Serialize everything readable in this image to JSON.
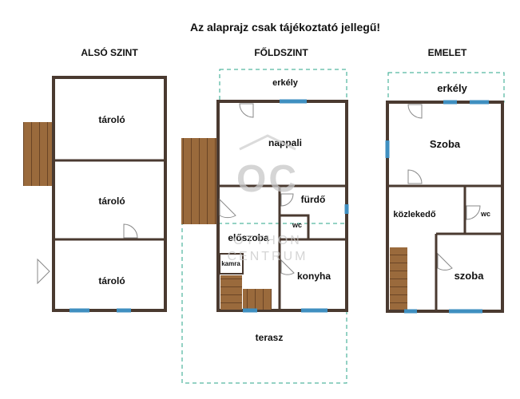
{
  "title": "Az alaprajz csak tájékoztató jellegű!",
  "levels": {
    "lower": {
      "heading": "ALSÓ SZINT",
      "rooms": [
        "tároló",
        "tároló",
        "tároló"
      ]
    },
    "ground": {
      "heading": "FŐLDSZINT",
      "rooms": {
        "balcony": "erkély",
        "living": "nappali",
        "bathroom": "fürdő",
        "wc": "wc",
        "hall": "előszoba",
        "pantry": "kamra",
        "kitchen": "konyha",
        "terrace": "terasz"
      }
    },
    "upper": {
      "heading": "EMELET",
      "rooms": {
        "balcony": "erkély",
        "room_large": "Szoba",
        "corridor": "közlekedő",
        "wc": "wc",
        "room_small": "szoba"
      }
    }
  },
  "watermark": {
    "logo": "OC",
    "line1": "OTTHON",
    "line2": "CENTRUM"
  },
  "colors": {
    "wall": "#4a3a30",
    "window": "#3f8fc0",
    "outline": "#2aa58a",
    "stairs": "#9a6a3c"
  }
}
